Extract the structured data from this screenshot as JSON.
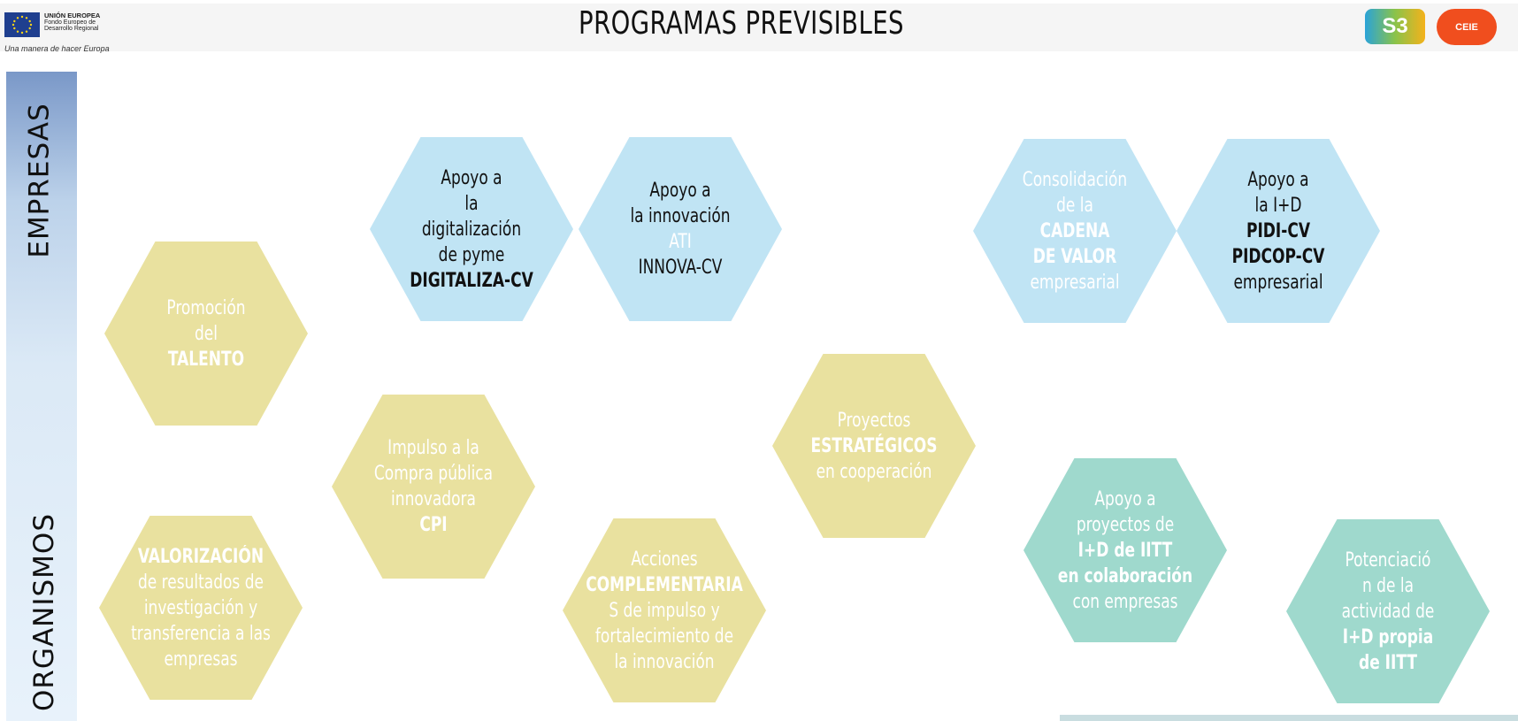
{
  "header": {
    "title": "PROGRAMAS PREVISIBLES",
    "eu_logo": {
      "line1": "UNIÓN EUROPEA",
      "line2": "Fondo Europeo de",
      "line3": "Desarrollo Regional",
      "slogan": "Una manera de hacer Europa"
    },
    "s3_logo": "S3",
    "ceie_logo": "CEIE"
  },
  "sidebar": {
    "top_label": "EMPRESAS",
    "bottom_label": "ORGANISMOS"
  },
  "colors": {
    "blue": "#c0e4f4",
    "yellow": "#e9e19f",
    "teal": "#9fd9cd"
  },
  "hexagons": [
    {
      "id": "digitaliza",
      "color": "blue",
      "lines": [
        {
          "text": "Apoyo a"
        },
        {
          "text": "la"
        },
        {
          "text": "digitalización"
        },
        {
          "text": "de pyme"
        },
        {
          "text": "DIGITALIZA-CV",
          "bold": true
        }
      ]
    },
    {
      "id": "innova",
      "color": "blue",
      "lines": [
        {
          "text": "Apoyo a"
        },
        {
          "text": "la innovación"
        },
        {
          "text": "ATI",
          "white": true
        },
        {
          "text": "INNOVA-CV"
        }
      ]
    },
    {
      "id": "cadena-valor",
      "color": "blue",
      "lines": [
        {
          "text": "Consolidación",
          "white": true
        },
        {
          "text": "de la",
          "white": true
        },
        {
          "text": "CADENA",
          "white": true,
          "bold": true
        },
        {
          "text": "DE VALOR",
          "white": true,
          "bold": true
        },
        {
          "text": "empresarial",
          "white": true
        }
      ]
    },
    {
      "id": "pidi",
      "color": "blue",
      "lines": [
        {
          "text": "Apoyo a"
        },
        {
          "text": "la I+D"
        },
        {
          "text": "PIDI-CV",
          "bold": true
        },
        {
          "text": "PIDCOP-CV",
          "bold": true
        },
        {
          "text": "empresarial"
        }
      ]
    },
    {
      "id": "talento",
      "color": "yellow",
      "lines": [
        {
          "text": "Promoción"
        },
        {
          "text": "del"
        },
        {
          "text": "TALENTO",
          "bold": true
        }
      ]
    },
    {
      "id": "cpi",
      "color": "yellow",
      "lines": [
        {
          "text": "Impulso a la"
        },
        {
          "text": "Compra pública"
        },
        {
          "text": "innovadora"
        },
        {
          "text": "CPI",
          "bold": true
        }
      ]
    },
    {
      "id": "estrategicos",
      "color": "yellow",
      "lines": [
        {
          "text": "Proyectos"
        },
        {
          "text": "ESTRATÉGICOS",
          "bold": true
        },
        {
          "text": "en cooperación"
        }
      ]
    },
    {
      "id": "valorizacion",
      "color": "yellow",
      "lines": [
        {
          "text": "VALORIZACIÓN",
          "bold": true
        },
        {
          "text": "de resultados de"
        },
        {
          "text": "investigación y"
        },
        {
          "text": "transferencia a las"
        },
        {
          "text": "empresas"
        }
      ]
    },
    {
      "id": "complementarias",
      "color": "yellow",
      "lines": [
        {
          "text": "Acciones"
        },
        {
          "text": "COMPLEMENTARIA",
          "bold": true
        },
        {
          "text": "S de impulso y",
          "boldPrefix": "S"
        },
        {
          "text": "fortalecimiento de"
        },
        {
          "text": "la innovación"
        }
      ]
    },
    {
      "id": "iitt-colaboracion",
      "color": "teal",
      "lines": [
        {
          "text": "Apoyo a"
        },
        {
          "text": "proyectos de"
        },
        {
          "text": "I+D de IITT",
          "bold": true
        },
        {
          "text": "en colaboración",
          "bold": true
        },
        {
          "text": "con empresas"
        }
      ]
    },
    {
      "id": "iitt-propia",
      "color": "teal",
      "lines": [
        {
          "text": "Potenciació"
        },
        {
          "text": "n de la"
        },
        {
          "text": "actividad de"
        },
        {
          "text": "I+D propia",
          "bold": true
        },
        {
          "text": "de IITT",
          "bold": true
        }
      ]
    }
  ]
}
